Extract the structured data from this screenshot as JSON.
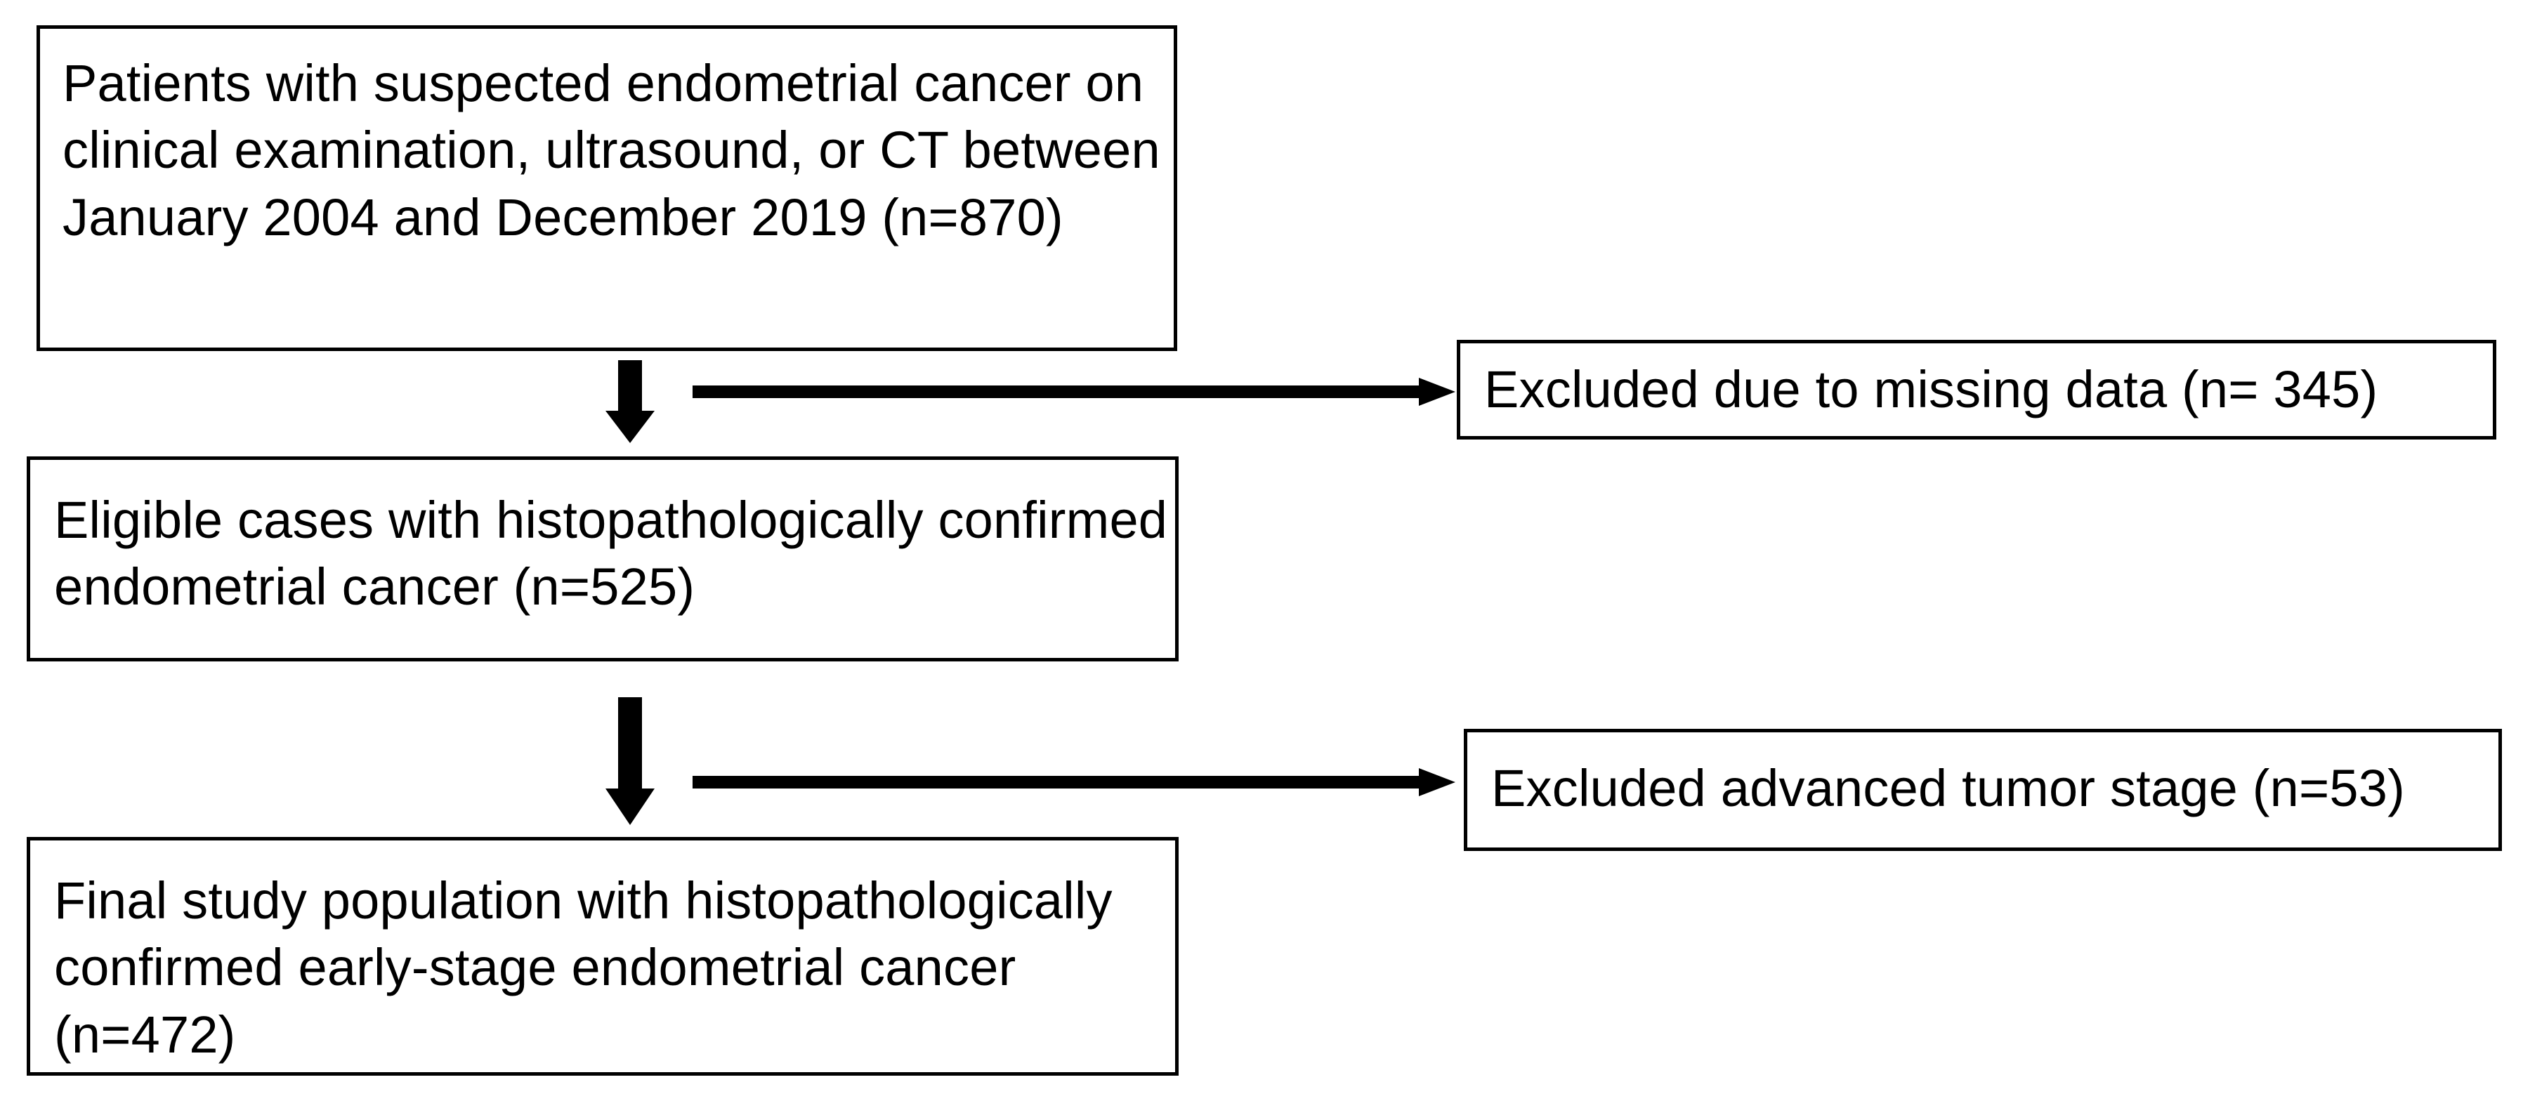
{
  "figure": {
    "type": "study-flow-diagram",
    "colors": {
      "stroke": "#000000",
      "background": "#ffffff",
      "text": "#000000"
    }
  },
  "nodes": {
    "screened": {
      "text": "Patients with suspected endometrial cancer on clinical examination, ultrasound, or CT between January 2004 and December 2019 (n=870)",
      "count": 870
    },
    "eligible": {
      "text": "Eligible cases with histopathologically confirmed endometrial cancer (n=525)",
      "count": 525
    },
    "final": {
      "text": "Final study population with histopathologically confirmed early-stage endometrial cancer (n=472)",
      "count": 472
    }
  },
  "exclusions": {
    "missing_data": {
      "text": "Excluded due to missing data (n= 345)",
      "count": 345
    },
    "advanced_stage": {
      "text": "Excluded advanced tumor stage (n=53)",
      "count": 53
    }
  },
  "connectors": [
    {
      "name": "screened-to-eligible",
      "direction": "down"
    },
    {
      "name": "screened-to-excluded-missing",
      "direction": "right"
    },
    {
      "name": "eligible-to-final",
      "direction": "down"
    },
    {
      "name": "eligible-to-excluded-stage",
      "direction": "right"
    }
  ]
}
